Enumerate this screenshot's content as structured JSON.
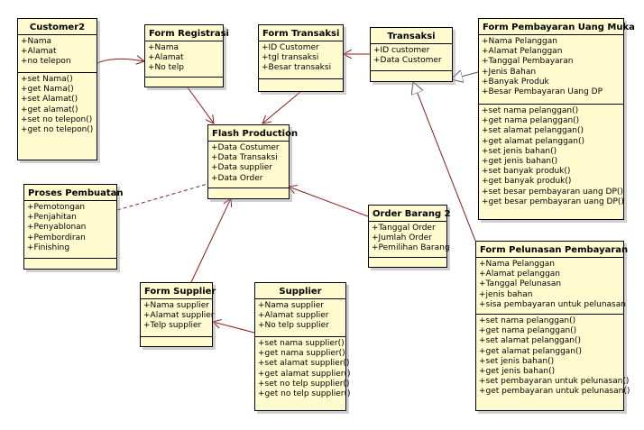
{
  "classes": {
    "customer2": {
      "name": "Customer2",
      "attributes": [
        "+Nama",
        "+Alamat",
        "+no telepon"
      ],
      "methods": [
        "+set Nama()",
        "+get Nama()",
        "+set Alamat()",
        "+get alamat()",
        "+set no telepon()",
        "+get no telepon()"
      ]
    },
    "form_registrasi": {
      "name": "Form Registrasi",
      "attributes": [
        "+Nama",
        "+Alamat",
        "+No telp"
      ]
    },
    "form_transaksi": {
      "name": "Form Transaksi",
      "attributes": [
        "+ID Customer",
        "+tgl transaksi",
        "+Besar transaksi"
      ]
    },
    "transaksi": {
      "name": "Transaksi",
      "attributes": [
        "+ID customer",
        "+Data Customer"
      ]
    },
    "form_pembayaran_uang_muka": {
      "name": "Form Pembayaran Uang Muka",
      "attributes": [
        "+Nama Pelanggan",
        "+Alamat Pelanggan",
        "+Tanggal Pembayaran",
        "+Jenis Bahan",
        "+Banyak Produk",
        "+Besar Pembayaran Uang DP"
      ],
      "methods": [
        "+set nama pelanggan()",
        "+get nama pelanggan()",
        "+set alamat pelanggan()",
        "+get alamat pelanggan()",
        "+set jenis bahan()",
        "+get jenis bahan()",
        "+set banyak produk()",
        "+get banyak produk()",
        "+set besar pembayaran uang DP()",
        "+get besar pembayaran uang DP()"
      ]
    },
    "flash_production": {
      "name": "Flash Production",
      "attributes": [
        "+Data Costumer",
        "+Data Transaksi",
        "+Data supplier",
        "+Data Order"
      ]
    },
    "proses_pembuatan": {
      "name": "Proses Pembuatan",
      "attributes": [
        "+Pemotongan",
        "+Penjahitan",
        "+Penyablonan",
        "+Pembordiran",
        "+Finishing"
      ]
    },
    "order_barang_2": {
      "name": "Order Barang 2",
      "attributes": [
        "+Tanggal Order",
        "+Jumlah Order",
        "+Pemilihan Barang"
      ]
    },
    "form_supplier": {
      "name": "Form Supplier",
      "attributes": [
        "+Nama supplier",
        "+Alamat supplier",
        "+Telp supplier"
      ]
    },
    "supplier": {
      "name": "Supplier",
      "attributes": [
        "+Nama supplier",
        "+Alamat supplier",
        "+No telp supplier"
      ],
      "methods": [
        "+set nama supplier()",
        "+get nama supplier()",
        "+set alamat supplier()",
        "+get alamat supplier()",
        "+set no telp supplier()",
        "+get no telp supplier()"
      ]
    },
    "form_pelunasan_pembayaran": {
      "name": "Form Pelunasan Pembayaran",
      "attributes": [
        "+Nama Pelanggan",
        "+Alamat pelanggan",
        "+Tanggal Pelunasan",
        "+jenis bahan",
        "+sisa pembayaran untuk pelunasan"
      ],
      "methods": [
        "+set nama pelanggan()",
        "+get nama pelanggan()",
        "+set alamat pelanggan()",
        "+get alamat pelanggan()",
        "+set jenis bahan()",
        "+get jenis bahan()",
        "+set pembayaran untuk pelunasan()",
        "+get pembayaran untuk pelunasan()"
      ]
    }
  },
  "colors": {
    "class_fill": "#fffbcf",
    "link_line": "#8b1a1a",
    "outline": "#000000"
  }
}
